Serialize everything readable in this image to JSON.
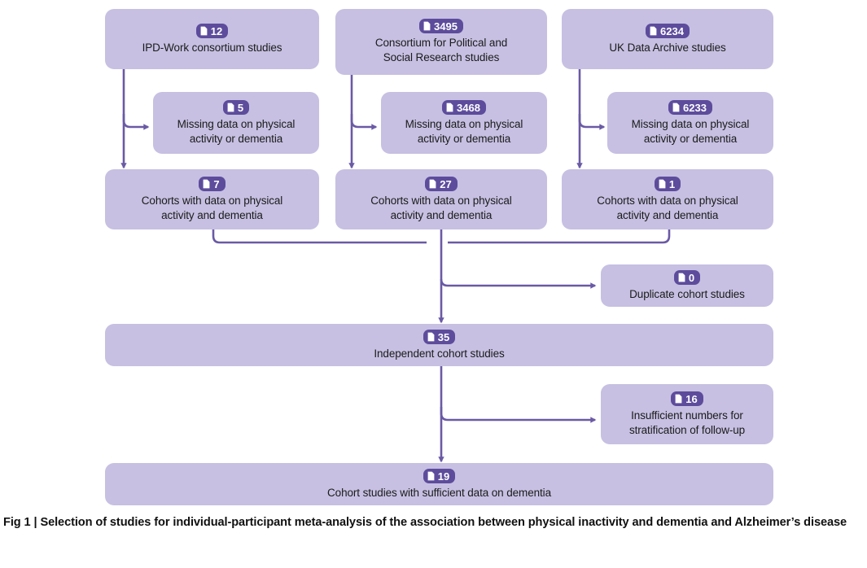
{
  "figure": {
    "caption": "Fig 1 | Selection of studies for individual-participant meta-analysis of the association between physical inactivity and dementia and Alzheimer’s disease",
    "colors": {
      "node_fill": "#c7c0e2",
      "badge_fill": "#5d4c9c",
      "badge_text": "#ffffff",
      "connector": "#6a5aa5",
      "label_text": "#1b1b1b",
      "background": "#ffffff"
    },
    "icon_name": "document-icon"
  },
  "nodes": {
    "source_ipd": {
      "count": "12",
      "label": "IPD-Work consortium studies"
    },
    "source_icpsr": {
      "count": "3495",
      "label": "Consortium for Political and\nSocial Research studies"
    },
    "source_ukda": {
      "count": "6234",
      "label": "UK Data Archive studies"
    },
    "excluded_ipd": {
      "count": "5",
      "label": "Missing data on physical\nactivity or dementia"
    },
    "excluded_icpsr": {
      "count": "3468",
      "label": "Missing data on physical\nactivity or dementia"
    },
    "excluded_ukda": {
      "count": "6233",
      "label": "Missing data on physical\nactivity or dementia"
    },
    "cohorts_ipd": {
      "count": "7",
      "label": "Cohorts with data on physical\nactivity and dementia"
    },
    "cohorts_icpsr": {
      "count": "27",
      "label": "Cohorts with data on physical\nactivity and dementia"
    },
    "cohorts_ukda": {
      "count": "1",
      "label": "Cohorts with data on physical\nactivity and dementia"
    },
    "duplicates": {
      "count": "0",
      "label": "Duplicate cohort studies"
    },
    "independent": {
      "count": "35",
      "label": "Independent cohort studies"
    },
    "insufficient": {
      "count": "16",
      "label": "Insufficient numbers for\nstratification of follow-up"
    },
    "final": {
      "count": "19",
      "label": "Cohort studies with sufficient data on dementia"
    }
  }
}
